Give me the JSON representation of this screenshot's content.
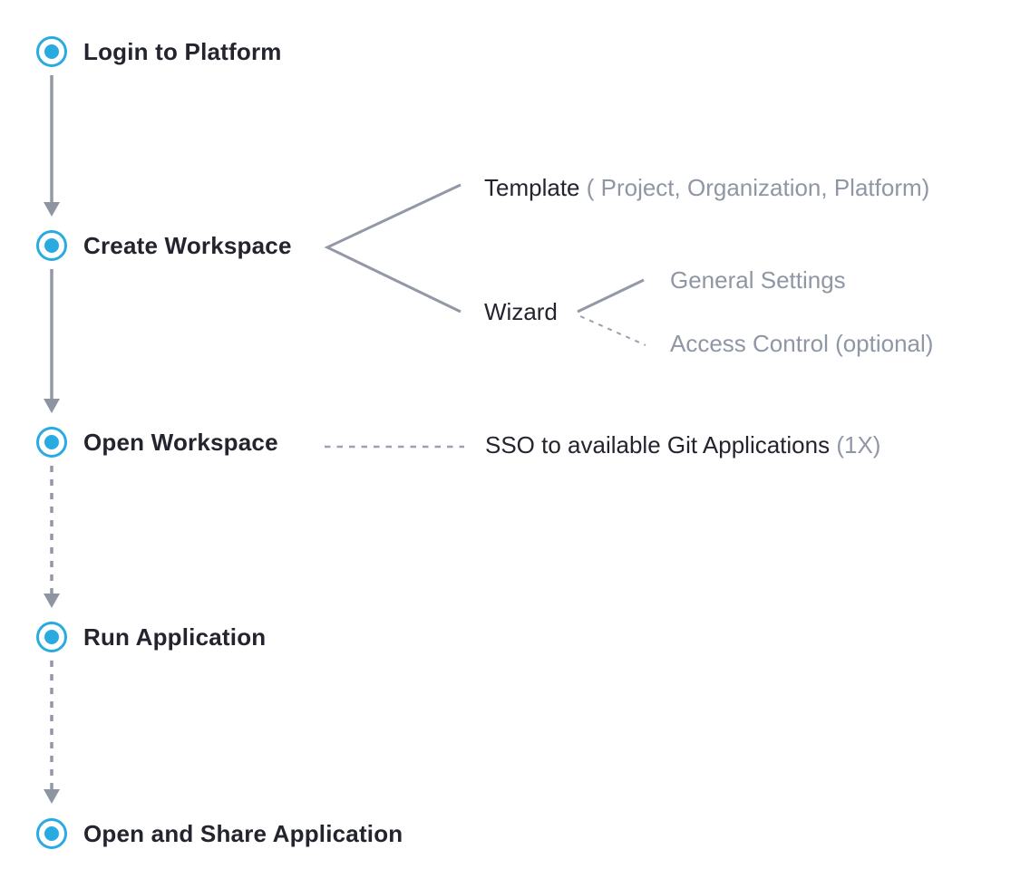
{
  "colors": {
    "accent": "#29abe2",
    "text": "#23242e",
    "line": "#9298a6",
    "muted": "#8f96a4"
  },
  "diagram": {
    "steps": [
      {
        "label": "Login to Platform"
      },
      {
        "label": "Create Workspace"
      },
      {
        "label": "Open Workspace"
      },
      {
        "label": "Run Application"
      },
      {
        "label": "Open and Share Application"
      }
    ],
    "annotations": {
      "template": {
        "label": "Template",
        "note": " ( Project, Organization, Platform)"
      },
      "wizard": {
        "label": "Wizard"
      },
      "general_settings": {
        "label": "General Settings"
      },
      "access_control": {
        "label": "Access Control (optional)"
      },
      "sso": {
        "label": "SSO to available Git Applications",
        "note": " (1X)"
      }
    }
  }
}
